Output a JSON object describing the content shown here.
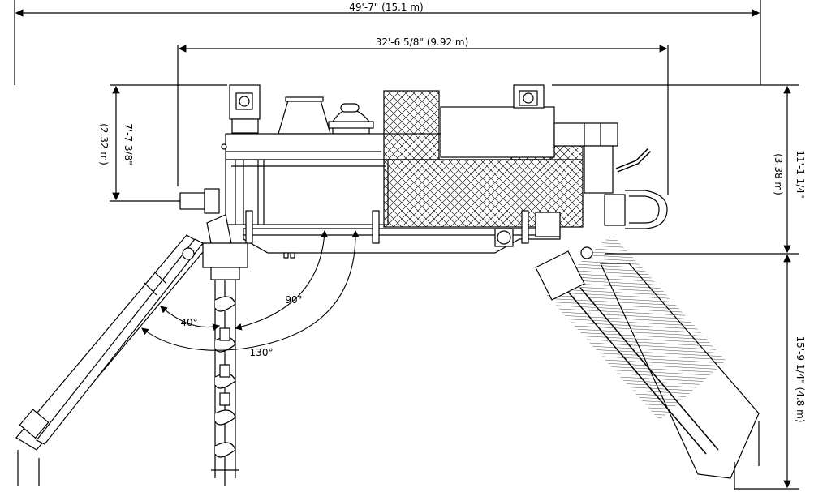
{
  "dimensions": {
    "overall_length": "49'-7\" (15.1 m)",
    "body_length": "32'-6 5/8\" (9.92 m)",
    "body_height": "7'-7 3/8\"",
    "body_height_metric": "(2.32 m)",
    "overall_height": "11'-1 1/4\"",
    "overall_height_metric": "(3.38 m)",
    "boom_height": "15'-9 1/4\" (4.8 m)"
  },
  "angles": {
    "a40": "40°",
    "a90": "90°",
    "a130": "130°"
  }
}
